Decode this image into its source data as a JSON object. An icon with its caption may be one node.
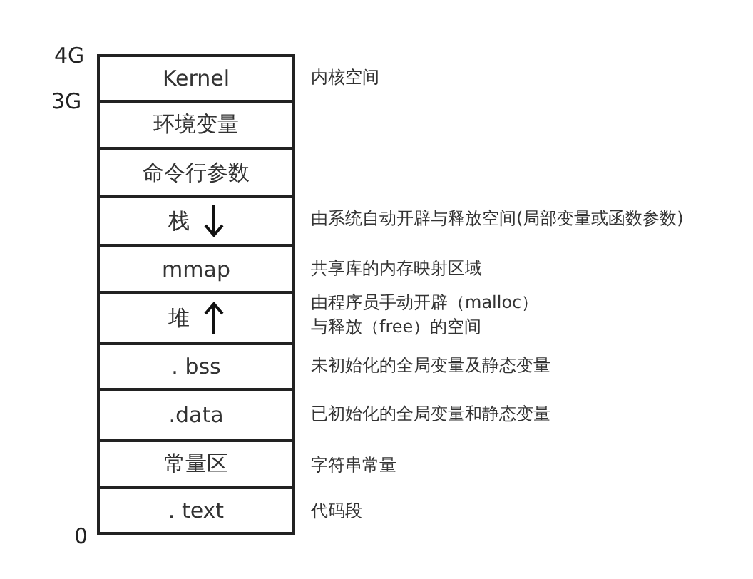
{
  "diagram": {
    "nodes": [
      {
        "text": [
          "Kernel"
        ],
        "beside": [
          "内核空间"
        ]
      },
      {
        "text": [
          "环境变量"
        ]
      },
      {
        "text": [
          "命令行参数"
        ]
      },
      {
        "text": [
          "栈"
        ],
        "beside": [
          "由系统自动开辟与释放空间(局部变量或函数参数)"
        ]
      },
      {
        "text": [
          "mmap"
        ],
        "beside": [
          "共享库的内存映射区域"
        ]
      },
      {
        "text": [
          "堆"
        ],
        "beside": [
          "由程序员手动开辟（malloc）与释放（free）的空间"
        ]
      },
      {
        "text": [
          ". bss"
        ],
        "beside": [
          "未初始化的全局变量及静态变量"
        ]
      },
      {
        "text": [
          ".data"
        ],
        "beside": [
          "已初始化的全局变量和静态变量"
        ]
      },
      {
        "text": [
          "常量区"
        ],
        "beside": [
          "字符串常量"
        ]
      },
      {
        "text": [
          ". text"
        ],
        "beside": [
          "代码段"
        ]
      }
    ],
    "edges": [],
    "labels": [
      "4G",
      "3G",
      "0"
    ]
  }
}
